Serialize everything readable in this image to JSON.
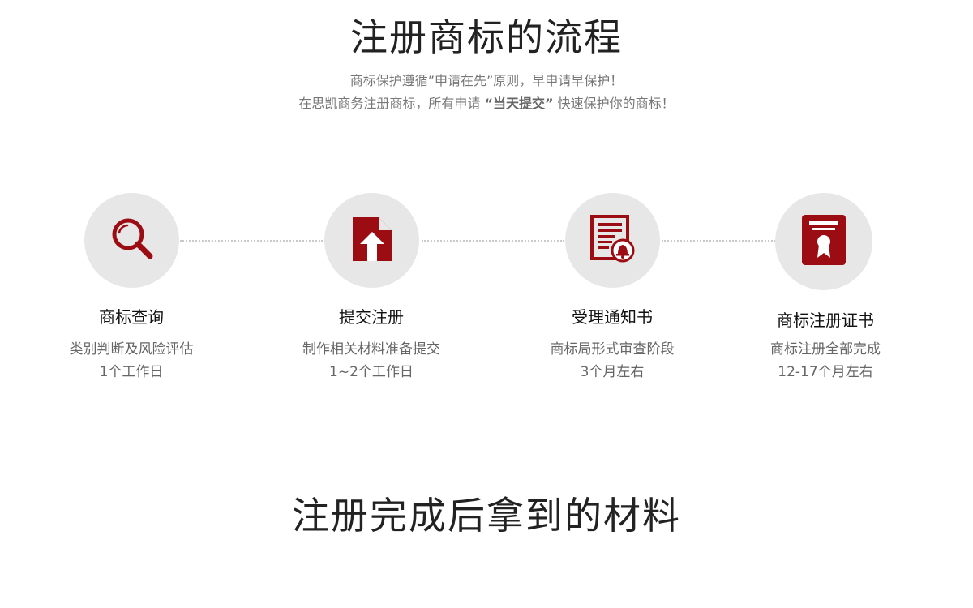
{
  "header": {
    "title": "注册商标的流程",
    "subtitle_line1": "商标保护遵循”申请在先”原则，早申请早保护！",
    "subtitle_line2_pre": "在思凯商务注册商标，所有申请 ",
    "subtitle_line2_highlight": "“当天提交”",
    "subtitle_line2_post": " 快速保护你的商标！"
  },
  "steps": [
    {
      "icon": "magnifier-icon",
      "title": "商标查询",
      "desc1": "类别判断及风险评估",
      "desc2": "1个工作日"
    },
    {
      "icon": "upload-document-icon",
      "title": "提交注册",
      "desc1": "制作相关材料准备提交",
      "desc2": "1~2个工作日"
    },
    {
      "icon": "notice-document-icon",
      "title": "受理通知书",
      "desc1": "商标局形式审查阶段",
      "desc2": "3个月左右"
    },
    {
      "icon": "certificate-icon",
      "title": "商标注册证书",
      "desc1": "商标注册全部完成",
      "desc2": "12-17个月左右"
    }
  ],
  "footer": {
    "title": "注册完成后拿到的材料"
  },
  "colors": {
    "icon_red": "#9b0d13",
    "circle_bg": "#e7e7e7",
    "text_gray": "#666666"
  }
}
